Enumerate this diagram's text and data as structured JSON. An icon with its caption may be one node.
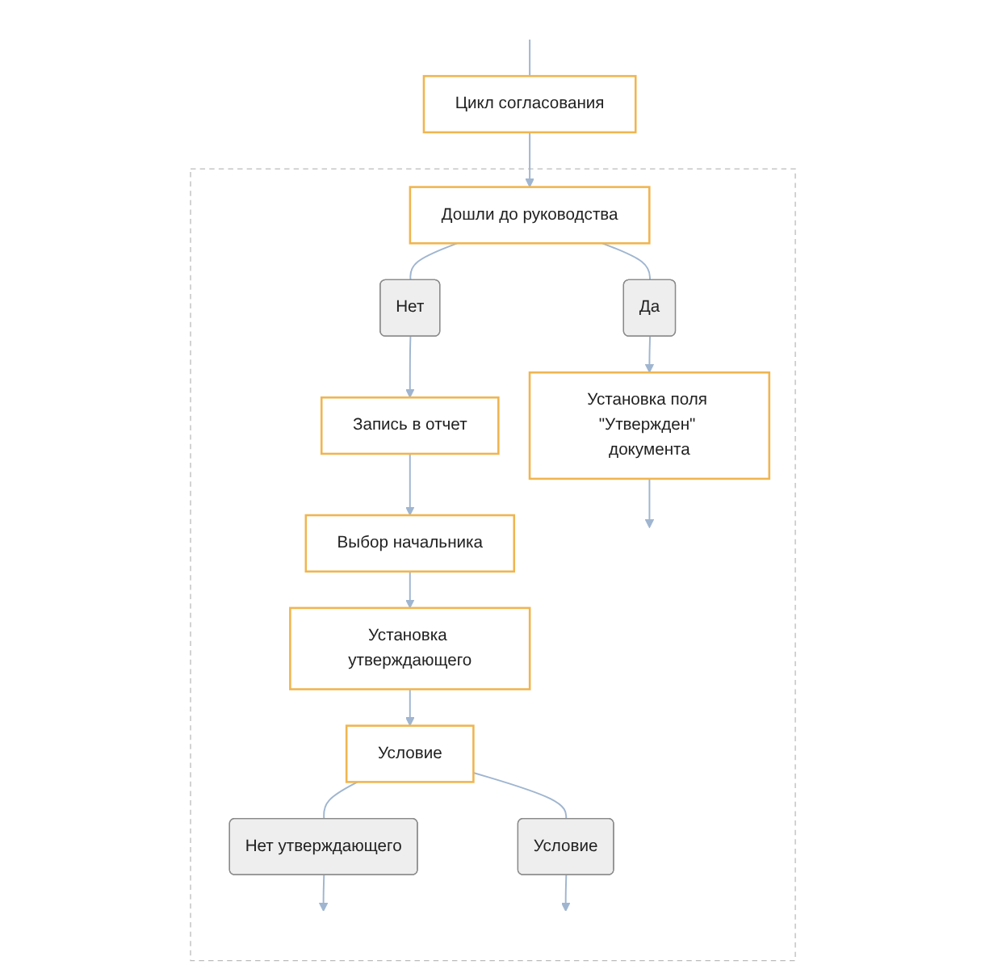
{
  "diagram": {
    "nodes": [
      {
        "text": [
          "Цикл согласования"
        ]
      },
      {
        "text": [],
        "shape": "box"
      },
      {
        "text": [
          "Дошли до руководства"
        ],
        "in": 1
      },
      {
        "text": [
          "Да"
        ],
        "in": 1
      },
      {
        "text": [
          "Нет"
        ],
        "in": 1
      },
      {
        "text": [
          "Установка поля \"Утвержден\" документа"
        ],
        "in": 1
      },
      {
        "text": [
          "Запись в отчет"
        ],
        "in": 1
      },
      {
        "text": [
          "Выбор начальника"
        ],
        "in": 1
      },
      {
        "text": [
          "Установка утверждающего"
        ],
        "in": 1
      },
      {
        "text": [
          "Условие"
        ],
        "in": 1
      },
      {
        "text": [
          "Нет утверждающего"
        ],
        "in": 1
      },
      {
        "text": [
          "Условие"
        ],
        "in": 1
      }
    ],
    "edges": [
      {
        "from": null,
        "to": 0,
        "arrow": "none"
      },
      {
        "from": 0,
        "to": 2,
        "arrow": "to"
      },
      {
        "from": 2,
        "to": 3,
        "arrow": "none"
      },
      {
        "from": 2,
        "to": 4,
        "arrow": "none"
      },
      {
        "from": 3,
        "to": 5,
        "arrow": "to"
      },
      {
        "from": 4,
        "to": 6,
        "arrow": "to"
      },
      {
        "from": 6,
        "to": 7,
        "arrow": "to"
      },
      {
        "from": 7,
        "to": 8,
        "arrow": "to"
      },
      {
        "from": 8,
        "to": 9,
        "arrow": "to"
      },
      {
        "from": 9,
        "to": 10,
        "arrow": "none"
      },
      {
        "from": 9,
        "to": 11,
        "arrow": "none"
      },
      {
        "from": 5,
        "to": null,
        "arrow": "to"
      },
      {
        "from": 10,
        "to": null,
        "arrow": "to"
      },
      {
        "from": 11,
        "to": null,
        "arrow": "to"
      }
    ]
  }
}
